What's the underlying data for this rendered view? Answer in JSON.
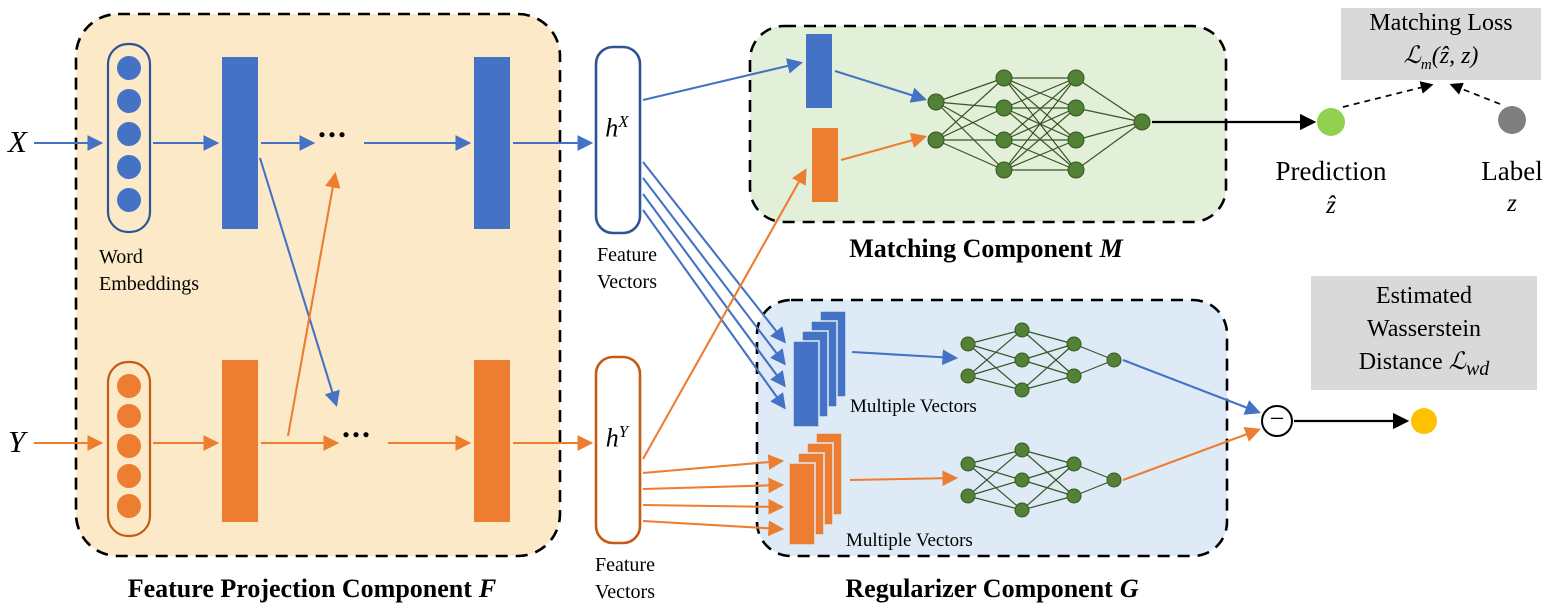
{
  "colors": {
    "blue": "#4472C4",
    "orange": "#ED7D31",
    "darkblue": "#2F5496",
    "darkorange": "#C55A11",
    "tan": "#FCE9C8",
    "greenfill": "#E2EFD9",
    "bluefill": "#DEEAF6",
    "node": "#538135",
    "nodedark": "#375623",
    "pred": "#92D050",
    "labelgray": "#7F7F7F",
    "boxgray": "#D9D9D9",
    "yellow": "#FFC000"
  },
  "inputs": {
    "x": "X",
    "y": "Y"
  },
  "feature_projection": {
    "caption": "Feature Projection Component",
    "caption_var": "F",
    "word_embeddings_line1": "Word",
    "word_embeddings_line2": "Embeddings",
    "ellipsis_top": "...",
    "ellipsis_bottom": "..."
  },
  "feature_vectors": {
    "hx_base": "h",
    "hx_sup": "X",
    "hy_base": "h",
    "hy_sup": "Y",
    "top_label_line1": "Feature",
    "top_label_line2": "Vectors",
    "bottom_label_line1": "Feature",
    "bottom_label_line2": "Vectors"
  },
  "matching": {
    "caption": "Matching Component",
    "caption_var": "M"
  },
  "regularizer": {
    "caption": "Regularizer Component",
    "caption_var": "G",
    "multiple_vectors_top": "Multiple Vectors",
    "multiple_vectors_bottom": "Multiple Vectors"
  },
  "outputs": {
    "prediction_label": "Prediction",
    "prediction_symbol": "ẑ",
    "label_label": "Label",
    "label_symbol": "z",
    "minus": "−"
  },
  "loss": {
    "matching_title": "Matching Loss",
    "matching_formula_l": "ℒ",
    "matching_formula_sub": "m",
    "matching_formula_args": "(ẑ, z)",
    "wd_line1": "Estimated",
    "wd_line2": "Wasserstein",
    "wd_line3": "Distance",
    "wd_formula_l": "ℒ",
    "wd_formula_sub": "wd"
  }
}
